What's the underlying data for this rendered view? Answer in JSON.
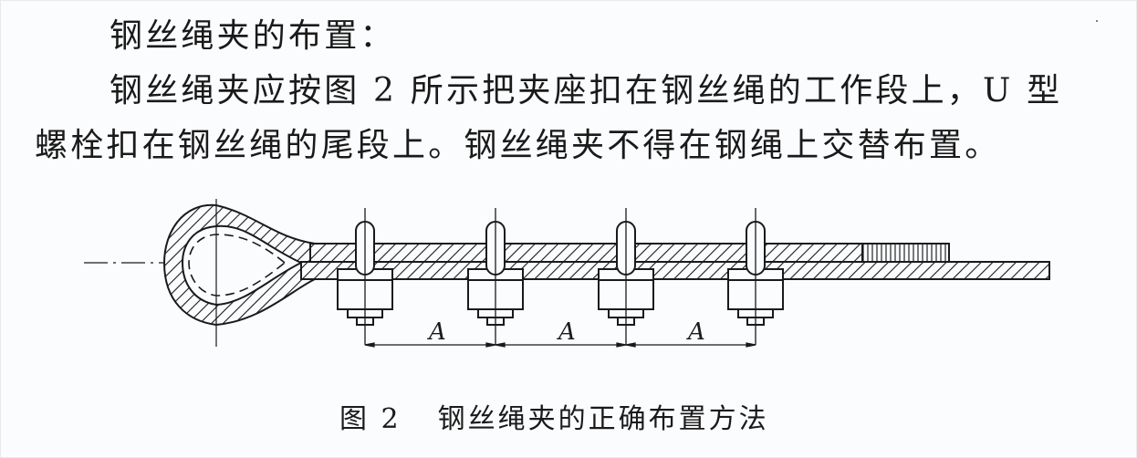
{
  "document": {
    "heading": "钢丝绳夹的布置：",
    "paragraph_line_1": "钢丝绳夹应按图 2 所示把夹座扣在钢丝绳的工作段上，U 型",
    "paragraph_line_2": "螺栓扣在钢丝绳的尾段上。钢丝绳夹不得在钢绳上交替布置。"
  },
  "figure": {
    "caption_number": "图 2",
    "caption_text": "钢丝绳夹的正确布置方法",
    "clamp_count": 4,
    "dimension_labels": [
      "A",
      "A",
      "A"
    ]
  }
}
